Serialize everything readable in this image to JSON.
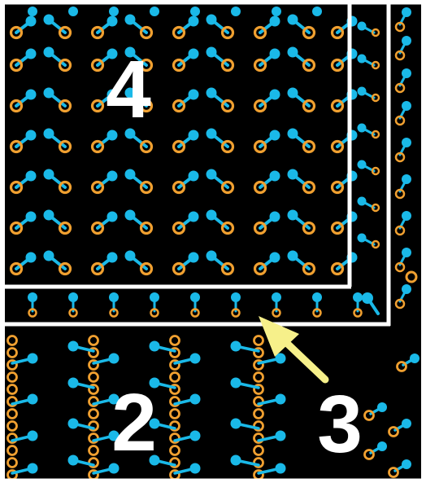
{
  "figure": {
    "labels": {
      "region_4": "4",
      "region_2": "2",
      "region_3": "3"
    },
    "colors": {
      "background": "#000000",
      "frame": "#ffffff",
      "border": "#ffffff",
      "blue_dot": "#1ab9e8",
      "orange_ring": "#f0a030",
      "arrow": "#f6f08a",
      "label": "#ffffff"
    }
  }
}
